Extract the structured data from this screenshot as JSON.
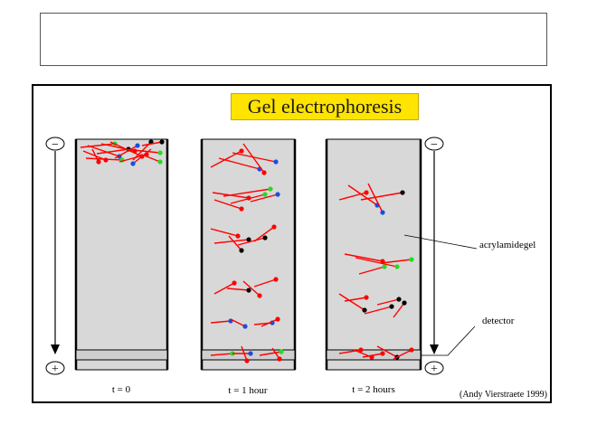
{
  "title": "Gel electrophoresis",
  "labels": {
    "acrylamide": "acrylamidegel",
    "detector": "detector",
    "credit": "(Andy Vierstraete 1999)"
  },
  "lanes": [
    {
      "label": "t = 0"
    },
    {
      "label": "t = 1 hour"
    },
    {
      "label": "t = 2 hours"
    }
  ],
  "electrodes": {
    "negative": "−",
    "positive": "+"
  },
  "colors": {
    "gel": "#d8d8d8",
    "title_bg": "#ffe400",
    "fragment": "#ff0000",
    "dot_black": "#000000",
    "dot_green": "#22dd22",
    "dot_blue": "#1b4de0",
    "dot_red": "#ff0000"
  }
}
